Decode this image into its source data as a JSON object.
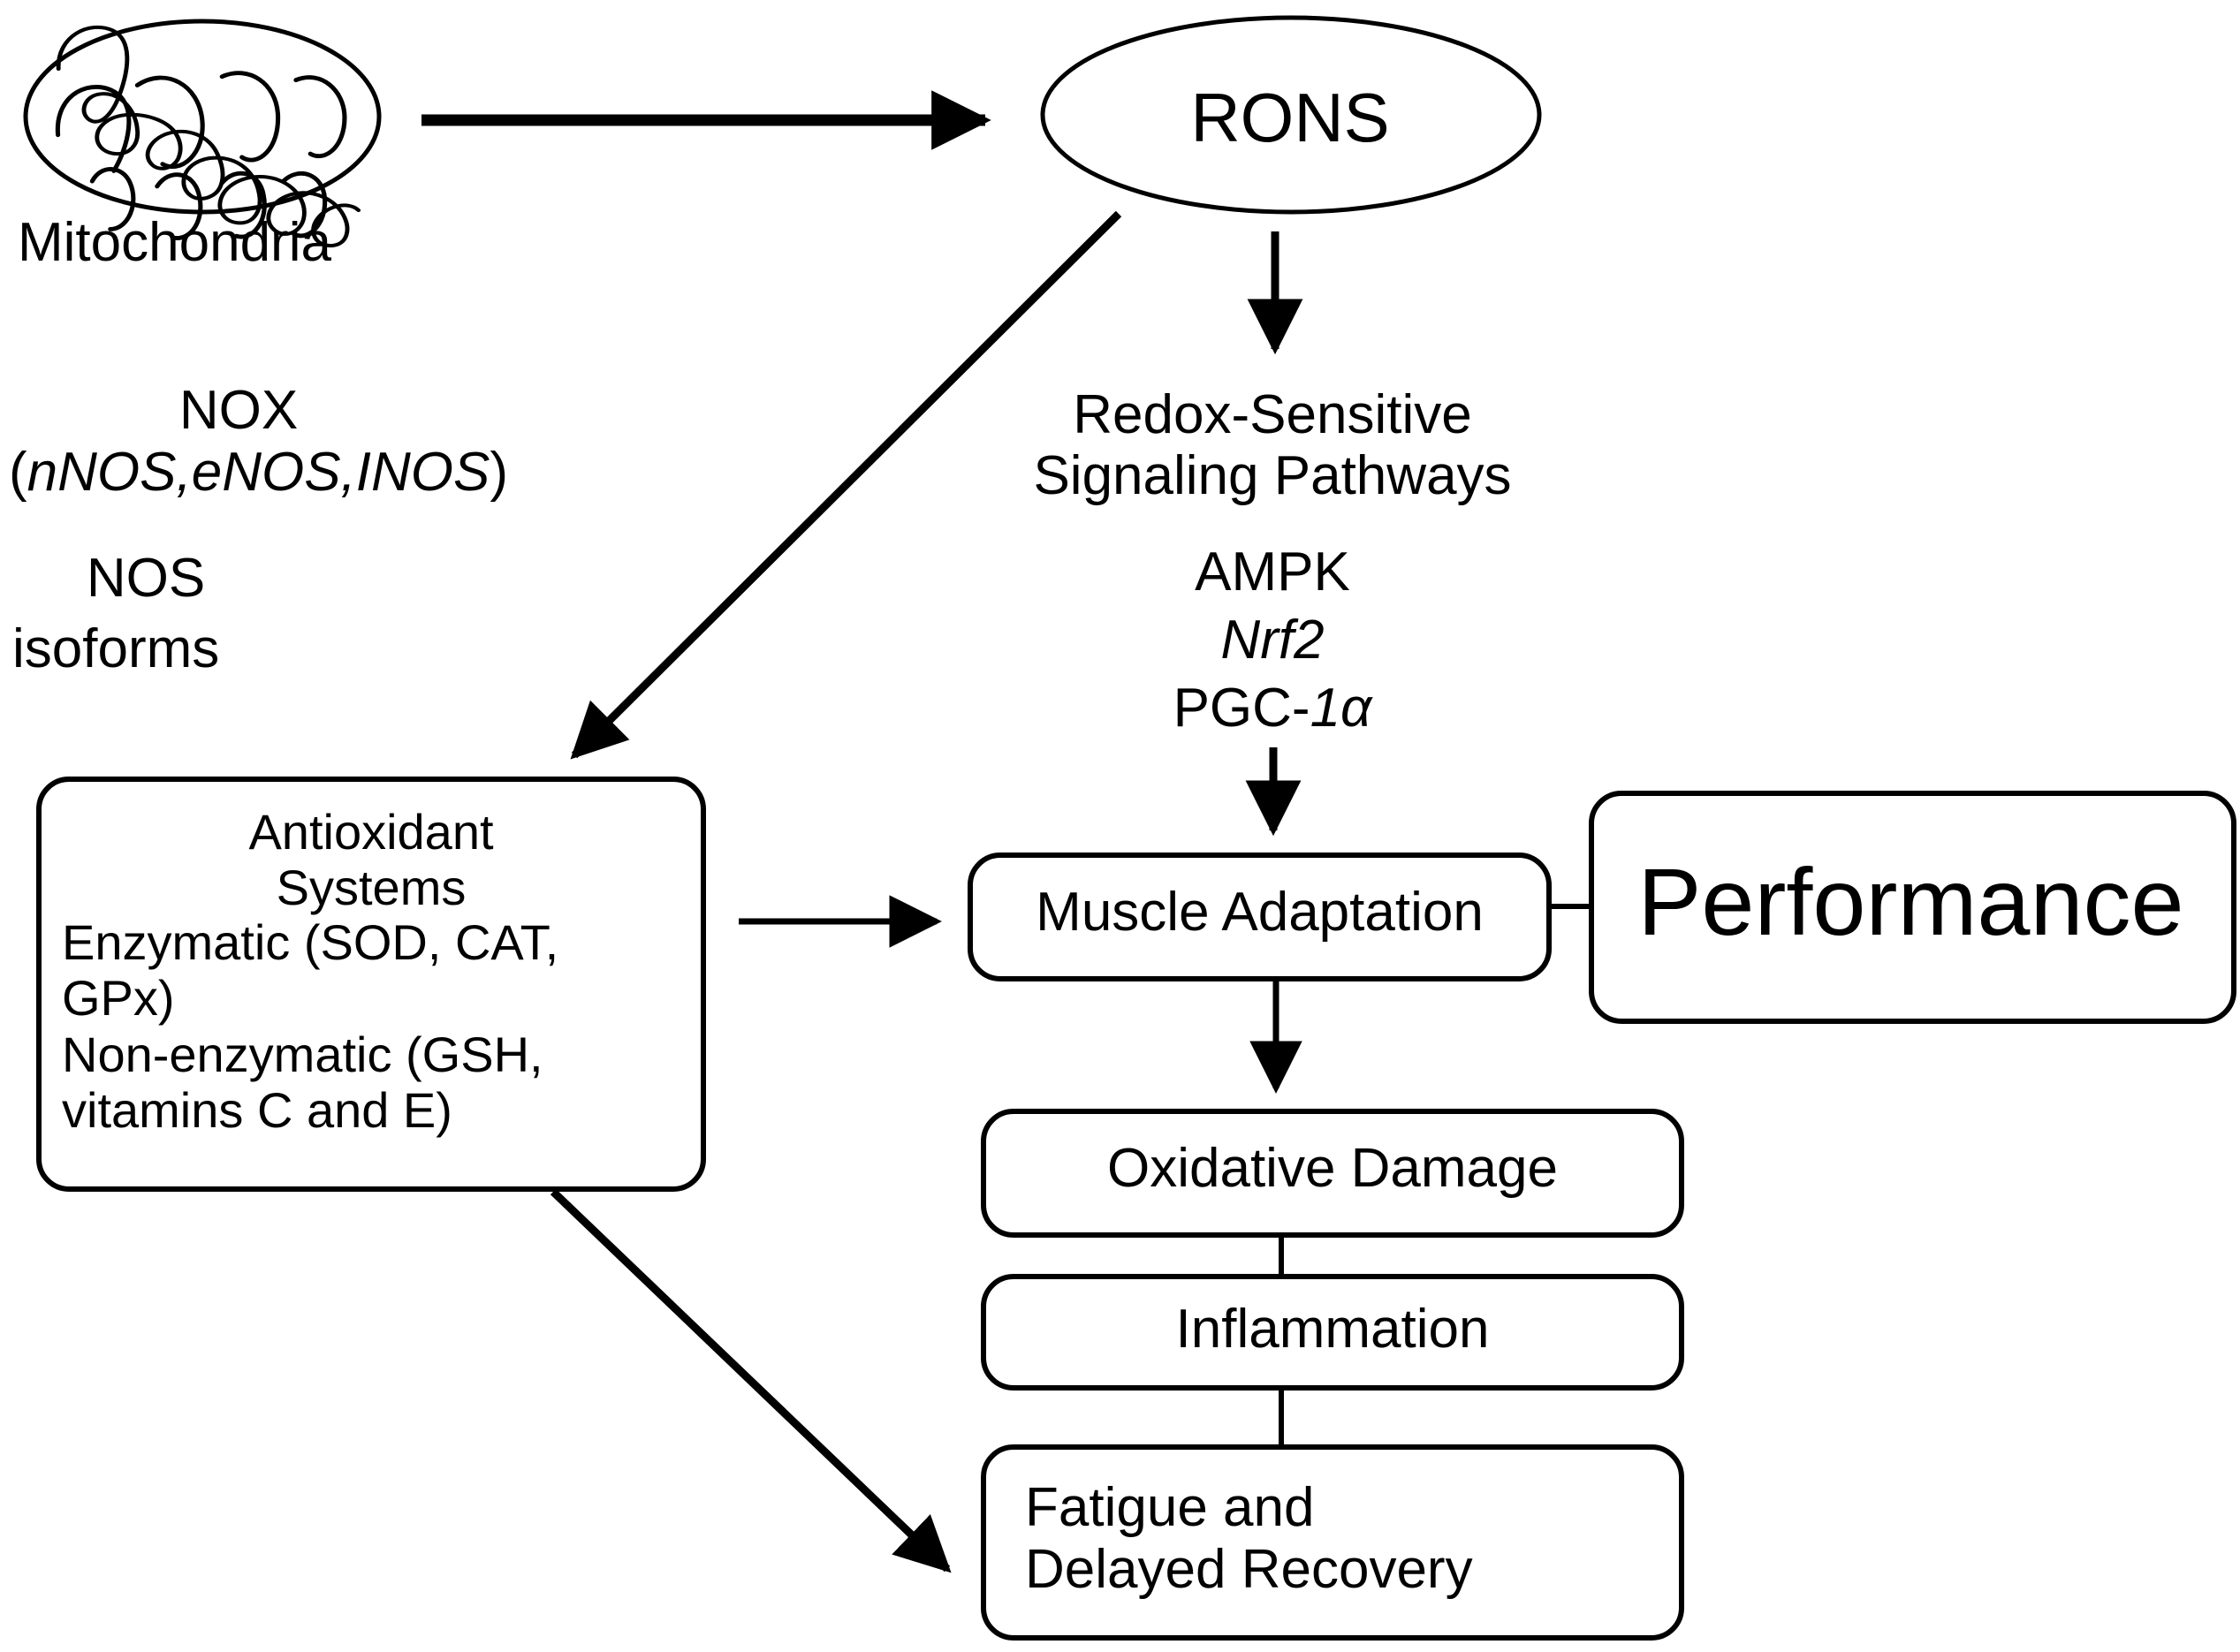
{
  "diagram": {
    "title": "RONS signaling and muscle adaptation pathway",
    "stroke_color": "#000000",
    "background_color": "#ffffff"
  },
  "sources": {
    "mitochondria_label": "Mitochondria",
    "nox_label": "NOX",
    "nox_isoforms_open": "(",
    "nox_isoforms": "nNOS,eNOS,INOS",
    "nox_isoforms_close": ")",
    "nos_label": "NOS",
    "nos_isoforms_label": "isoforms"
  },
  "rons": {
    "label": "RONS"
  },
  "pathways": {
    "heading": "Redox-Sensitive\nSignaling Pathways",
    "items": [
      {
        "label": "AMPK",
        "style": "normal"
      },
      {
        "label": "Nrf2",
        "style": "italic"
      },
      {
        "label": "PGC-",
        "suffix": "1α",
        "style": "mixed"
      }
    ],
    "pgc_prefix": "PGC-",
    "pgc_suffix": "1α"
  },
  "antioxidant_box": {
    "heading": "Antioxidant\nSystems",
    "body": "Enzymatic (SOD, CAT,\nGPx)\nNon-enzymatic (GSH,\nvitamins C and E)"
  },
  "outcome_boxes": {
    "muscle_adaptation": "Muscle Adaptation",
    "performance": "Performance",
    "oxidative_damage": "Oxidative Damage",
    "inflammation": "Inflammation",
    "fatigue": "Fatigue and\nDelayed Recovery"
  },
  "connectors": [
    {
      "name": "mitochondria-to-rons",
      "kind": "arrow",
      "weight": "thick"
    },
    {
      "name": "rons-to-pathways",
      "kind": "arrow",
      "weight": "medium"
    },
    {
      "name": "rons-to-antioxidant",
      "kind": "arrow",
      "weight": "medium"
    },
    {
      "name": "pathways-to-muscle-adaptation",
      "kind": "arrow",
      "weight": "medium"
    },
    {
      "name": "antioxidant-to-muscle-adaptation",
      "kind": "arrow",
      "weight": "thin"
    },
    {
      "name": "muscle-adaptation-to-performance",
      "kind": "line",
      "weight": "thin"
    },
    {
      "name": "muscle-adaptation-to-oxidative-damage",
      "kind": "arrow",
      "weight": "thin"
    },
    {
      "name": "oxidative-damage-to-inflammation",
      "kind": "line",
      "weight": "thin"
    },
    {
      "name": "inflammation-to-fatigue",
      "kind": "line",
      "weight": "thin"
    },
    {
      "name": "antioxidant-to-fatigue",
      "kind": "arrow",
      "weight": "medium"
    }
  ]
}
